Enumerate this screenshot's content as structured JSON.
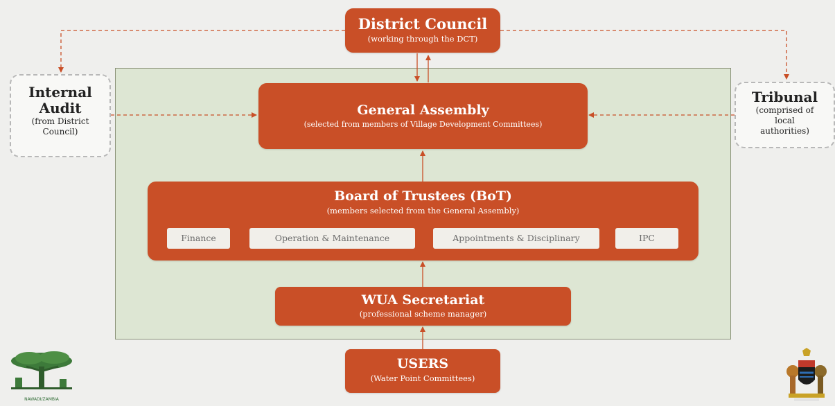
{
  "district_council": {
    "title": "District Council",
    "subtitle": "(working through the DCT)"
  },
  "internal_audit": {
    "title_line1": "Internal",
    "title_line2": "Audit",
    "sub_line1": "(from District",
    "sub_line2": "Council)"
  },
  "tribunal": {
    "title": "Tribunal",
    "sub_line1": "(comprised of",
    "sub_line2": "local",
    "sub_line3": "authorities)"
  },
  "general_assembly": {
    "title": "General Assembly",
    "subtitle": "(selected from members of Village Development Committees)"
  },
  "board": {
    "title": "Board of Trustees (BoT)",
    "subtitle": "(members selected from the General Assembly)",
    "committees": [
      "Finance",
      "Operation & Maintenance",
      "Appointments & Disciplinary",
      "IPC"
    ]
  },
  "secretariat": {
    "title": "WUA Secretariat",
    "subtitle": "(professional scheme manager)"
  },
  "users": {
    "title": "USERS",
    "subtitle": "(Water Point Committees)"
  },
  "logo_left_text": "NAWADI/ZAMBIA",
  "colors": {
    "box": "#c94f27",
    "panel": "#dde6d3",
    "arrow": "#c94f27",
    "background": "#efefed"
  }
}
